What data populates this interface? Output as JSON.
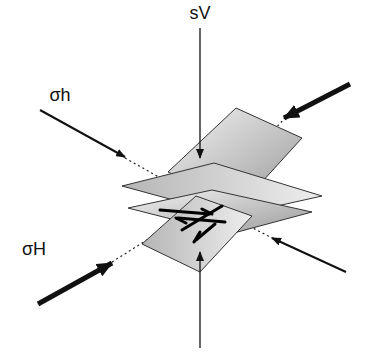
{
  "diagram": {
    "labels": [
      "sV",
      "σh",
      "σH"
    ]
  }
}
